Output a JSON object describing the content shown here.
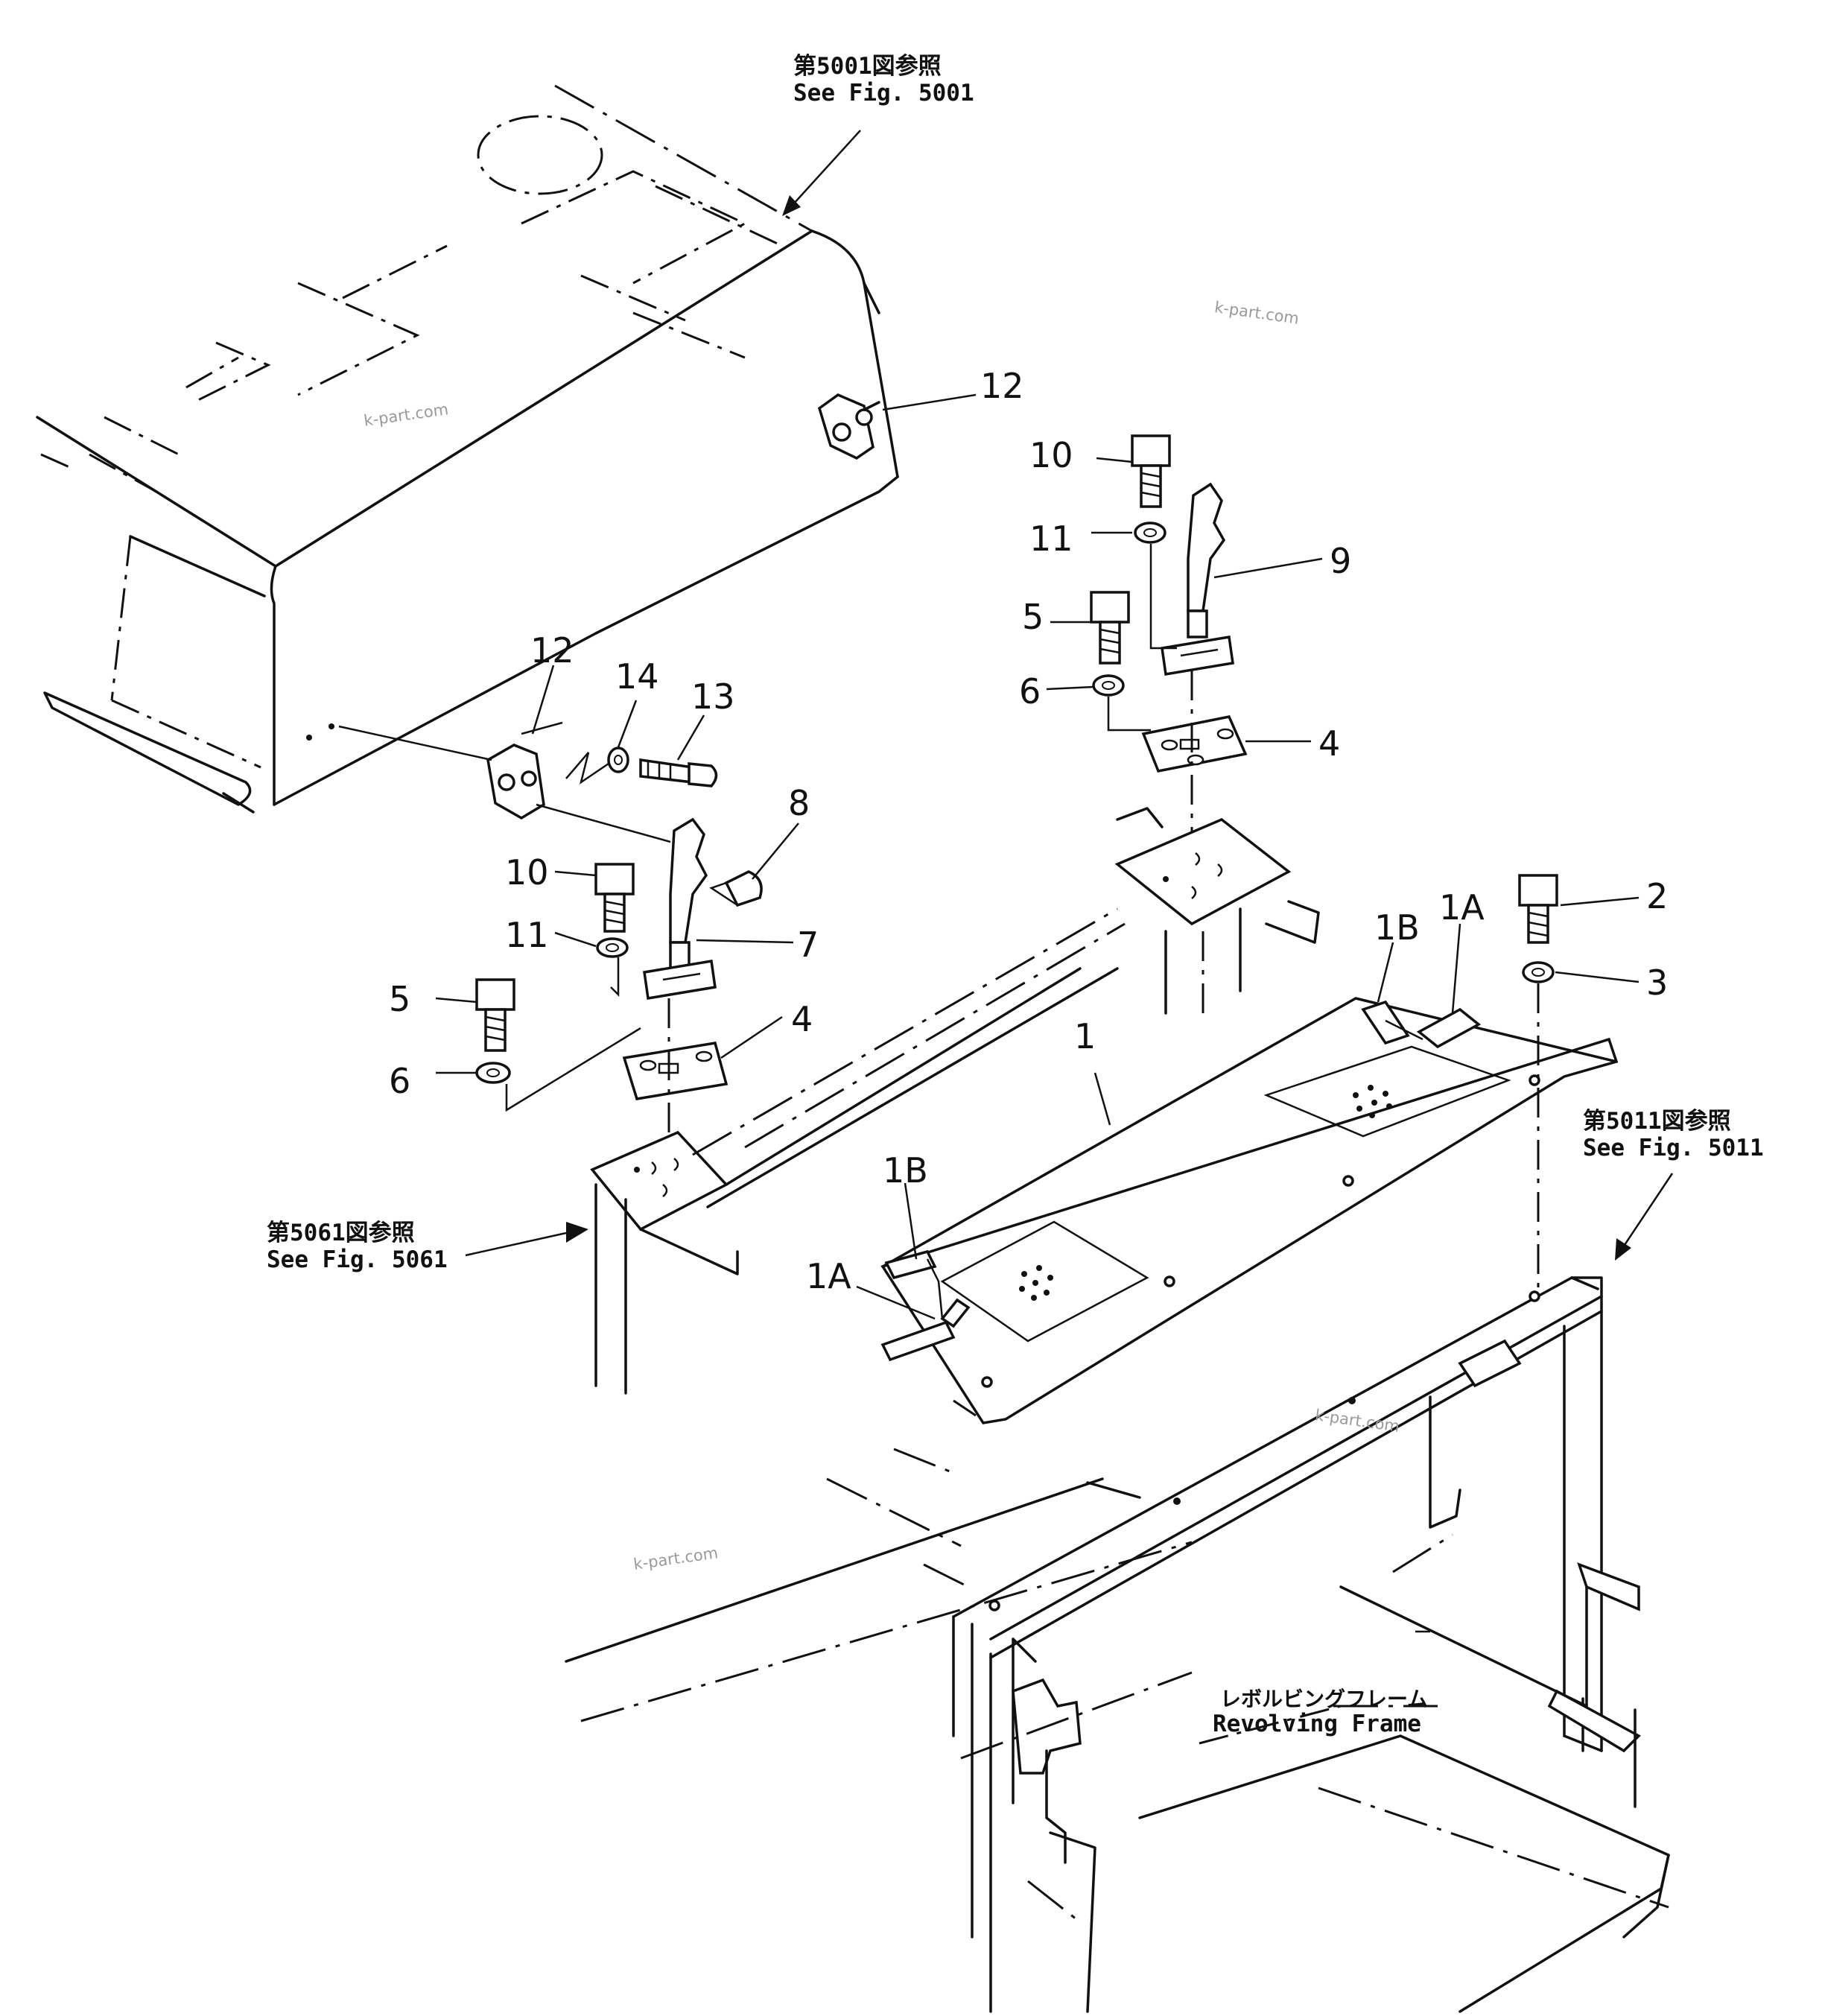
{
  "references": {
    "fig5001": {
      "jp": "第5001図参照",
      "en": "See Fig. 5001"
    },
    "fig5061": {
      "jp": "第5061図参照",
      "en": "See Fig. 5061"
    },
    "fig5011": {
      "jp": "第5011図参照",
      "en": "See Fig. 5011"
    },
    "revolving_frame": {
      "jp": "レボルビングフレーム",
      "en": "Revolving Frame"
    }
  },
  "callouts": {
    "c12_top": "12",
    "c10_right": "10",
    "c11_right": "11",
    "c9": "9",
    "c5_right": "5",
    "c6_right": "6",
    "c4_right": "4",
    "c12_left": "12",
    "c14": "14",
    "c13": "13",
    "c8": "8",
    "c10_left": "10",
    "c11_left": "11",
    "c7": "7",
    "c5_left": "5",
    "c4_left": "4",
    "c6_left": "6",
    "c2": "2",
    "c3": "3",
    "c1B_right": "1B",
    "c1A_right": "1A",
    "c1": "1",
    "c1B_left": "1B",
    "c1A_left": "1A"
  },
  "watermarks": [
    "k-part.com",
    "k-part.com",
    "k-part.com",
    "k-part.com"
  ]
}
